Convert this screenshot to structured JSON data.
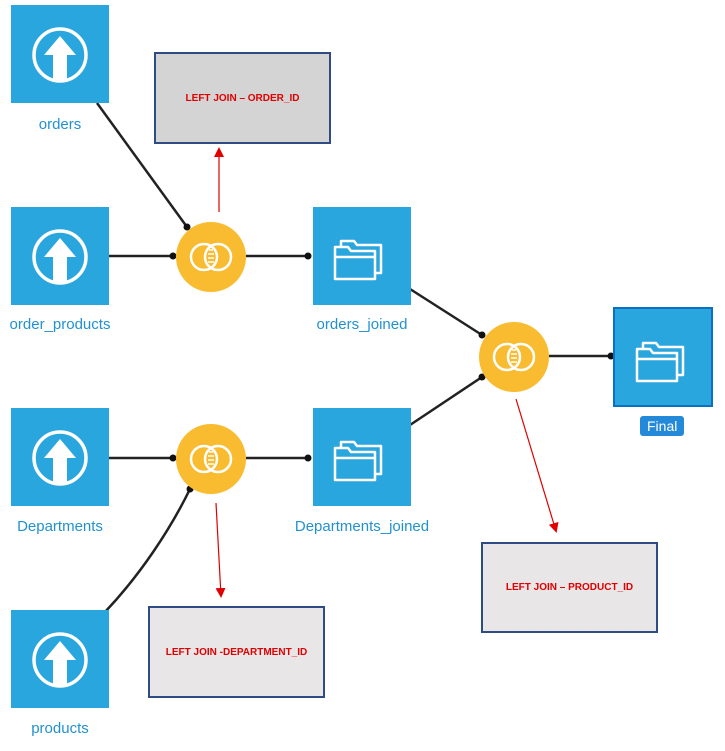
{
  "nodes": {
    "orders": {
      "label": "orders",
      "icon": "upload-icon"
    },
    "order_products": {
      "label": "order_products",
      "icon": "upload-icon"
    },
    "departments": {
      "label": "Departments",
      "icon": "upload-icon"
    },
    "products": {
      "label": "products",
      "icon": "upload-icon"
    },
    "orders_joined": {
      "label": "orders_joined",
      "icon": "folder-icon"
    },
    "departments_joined": {
      "label": "Departments_joined",
      "icon": "folder-icon"
    },
    "final": {
      "label": "Final",
      "icon": "folder-icon"
    }
  },
  "joins": {
    "join1": {
      "icon": "join-icon"
    },
    "join2": {
      "icon": "join-icon"
    },
    "join3": {
      "icon": "join-icon"
    }
  },
  "notes": {
    "order_id": {
      "text": "LEFT JOIN – ORDER_ID"
    },
    "department_id": {
      "text": "LEFT JOIN -DEPARTMENT_ID"
    },
    "product_id": {
      "text": "LEFT JOIN – PRODUCT_ID"
    }
  },
  "colors": {
    "dataset_blue": "#2aa6de",
    "join_yellow": "#f9bb2f",
    "label_blue": "#2192cf",
    "note_text_red": "#e00000",
    "note_border": "#2f4b84",
    "arrow_red": "#e00000"
  }
}
